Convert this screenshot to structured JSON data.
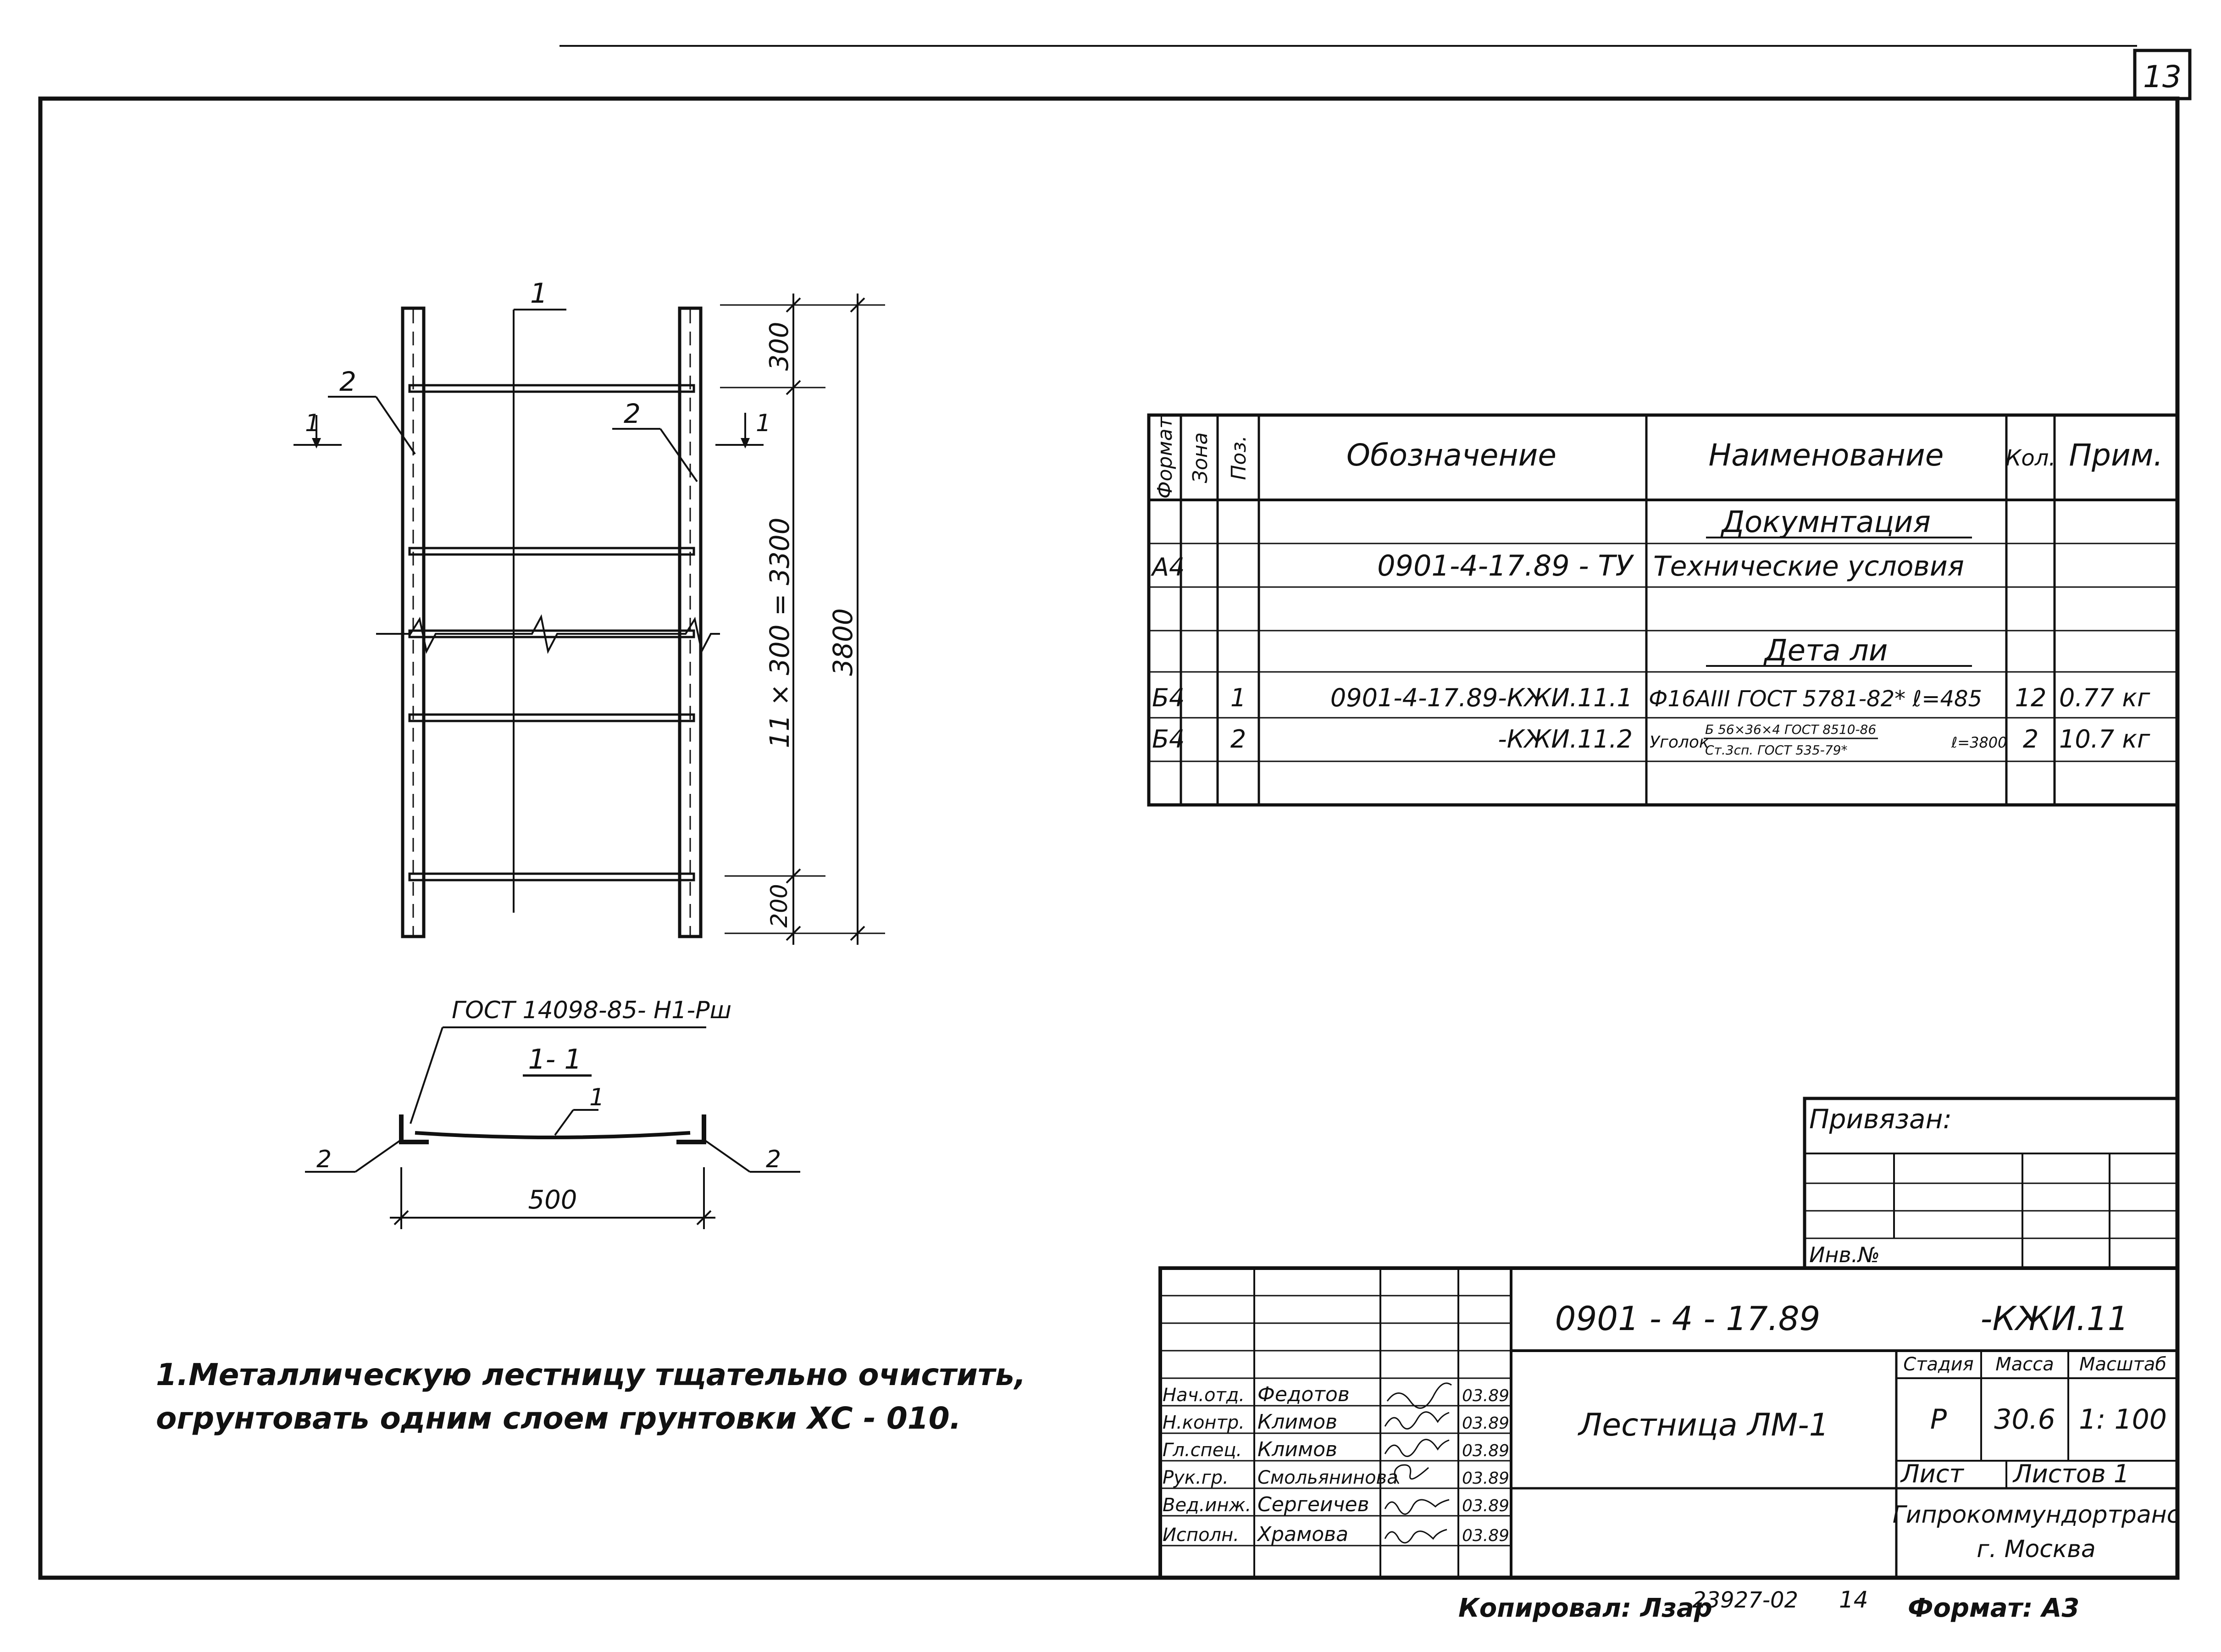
{
  "page_number": "13",
  "drawing": {
    "section_mark": "1",
    "section_arrow_label": "1",
    "pos_label_2": "2",
    "dim_top": "300",
    "dim_middle": "11 × 300 = 3300",
    "dim_total": "3800",
    "dim_bottom": "200",
    "weld_standard": "ГОСТ 14098-85- Н1-Рш",
    "section_title": "1- 1",
    "section_pos_1": "1",
    "section_pos_2": "2",
    "section_width": "500"
  },
  "notes": {
    "line1": "1.Металлическую   лестницу  тщательно  очистить,",
    "line2": "огрунтовать  одним  слоем  грунтовки  ХС - 010."
  },
  "spec_table": {
    "headers": {
      "format": "Формат",
      "zone": "Зона",
      "pos": "Поз.",
      "designation": "Обозначение",
      "name": "Наименование",
      "qty": "Кол.",
      "note": "Прим."
    },
    "section_docs": "Докумнтация",
    "section_parts": "Дета ли",
    "rows": [
      {
        "format": "А4",
        "zone": "",
        "pos": "",
        "designation": "0901-4-17.89 - ТУ",
        "name": "Технические условия",
        "qty": "",
        "note": ""
      },
      {
        "format": "Б4",
        "zone": "",
        "pos": "1",
        "designation": "0901-4-17.89-КЖИ.11.1",
        "name": "Ф16АIII ГОСТ 5781-82* ℓ=485",
        "qty": "12",
        "note": "0.77 кг"
      },
      {
        "format": "Б4",
        "zone": "",
        "pos": "2",
        "designation": "-КЖИ.11.2",
        "name": "Уголок",
        "name_frac_top": "Б 56×36×4 ГОСТ 8510-86",
        "name_frac_bottom": "Ст.3сп. ГОСТ 535-79*",
        "name_suffix": "ℓ=3800",
        "qty": "2",
        "note": "10.7 кг"
      }
    ]
  },
  "privyazan": {
    "title": "Привязан:",
    "inv_label": "Инв.№"
  },
  "title_block": {
    "code": "0901 - 4 - 17.89",
    "code_suffix": "-КЖИ.11",
    "drawing_name": "Лестница  ЛМ-1",
    "stage_label": "Стадия",
    "mass_label": "Масса",
    "scale_label": "Масштаб",
    "stage": "Р",
    "mass": "30.6",
    "scale": "1: 100",
    "sheet_label": "Лист",
    "sheets_label": "Листов 1",
    "organization": "Гипрокоммундортранс",
    "city": "г. Москва",
    "signatures": [
      {
        "role": "Нач.отд.",
        "name": "Федотов",
        "date": "03.89"
      },
      {
        "role": "Н.контр.",
        "name": "Климов",
        "date": "03.89"
      },
      {
        "role": "Гл.спец.",
        "name": "Климов",
        "date": "03.89"
      },
      {
        "role": "Рук.гр.",
        "name": "Смольянинова",
        "date": "03.89"
      },
      {
        "role": "Вед.инж.",
        "name": "Сергеичев",
        "date": "03.89"
      },
      {
        "role": "Исполн.",
        "name": "Храмова",
        "date": "03.89"
      }
    ]
  },
  "footer": {
    "copied": "Копировал: Лзар",
    "inventory": "23927-02",
    "sheet_no": "14",
    "format": "Формат: А3"
  }
}
